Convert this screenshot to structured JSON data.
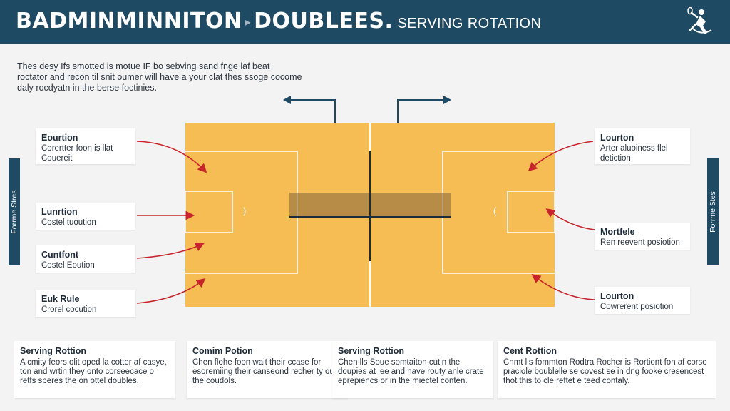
{
  "header": {
    "title_part1": "BADMINMINNITON",
    "separator": "▸",
    "title_part2": "DOUBLEES.",
    "subtitle": "SERVING ROTATION"
  },
  "logo_icon": "badminton-player-icon",
  "intro": "Thes desy Ifs smotted is motue IF bo sebving sand fnge laf beat roctator and recon til snit oumer will have a your clat thes ssoge cocome daly rocdyatn in the berse foctinies.",
  "callouts_left": [
    {
      "title": "Eourtion",
      "desc": "Corertter foon is llat Couereit"
    },
    {
      "title": "Lunrtion",
      "desc": "Costel tuoution"
    },
    {
      "title": "Cuntfont",
      "desc": "Costel Eoution"
    },
    {
      "title": "Euk Rule",
      "desc": "Crorel cocution"
    }
  ],
  "callouts_right": [
    {
      "title": "Lourton",
      "desc": "Arter aluoiness flel detiction"
    },
    {
      "title": "Mortfele",
      "desc": "Ren reevent posiotion"
    },
    {
      "title": "Lourton",
      "desc": "Cowrerent posiotion"
    }
  ],
  "side_tabs": {
    "left": "Forrme Stres",
    "right": "Forrme Stes"
  },
  "court": {
    "left_marker": ")",
    "right_marker": "(",
    "court_color": "#f7bd55",
    "line_color": "#ffffff",
    "net_color": "#8a6a3c",
    "arrow_color": "#c8242b",
    "header_color": "#1e4a63"
  },
  "bottom_cards": [
    {
      "title": "Serving Rottion",
      "desc": "A cmity feors olit oped la cotter af casye, ton and wrtin they onto corseecace o retfs speres the on ottel doubles."
    },
    {
      "title": "Comim Potion",
      "desc": "Chen flohe foon wait their ccase for esoremiing their canseond recher ty ourt the coudols."
    },
    {
      "title": "Serving Rottion",
      "desc": "Chen lls Soue somtaiton cutin the doupies at lee and have routy anle crate eprepiencs or in the miectel conten."
    },
    {
      "title": "Cent Rottion",
      "desc": "Cnmt lis fommton Rodtra Rocher is Rortient fon af corse praciole boublelle se covest se in dng fooke cresencest thot this to cle reftet e teed contaly."
    }
  ]
}
